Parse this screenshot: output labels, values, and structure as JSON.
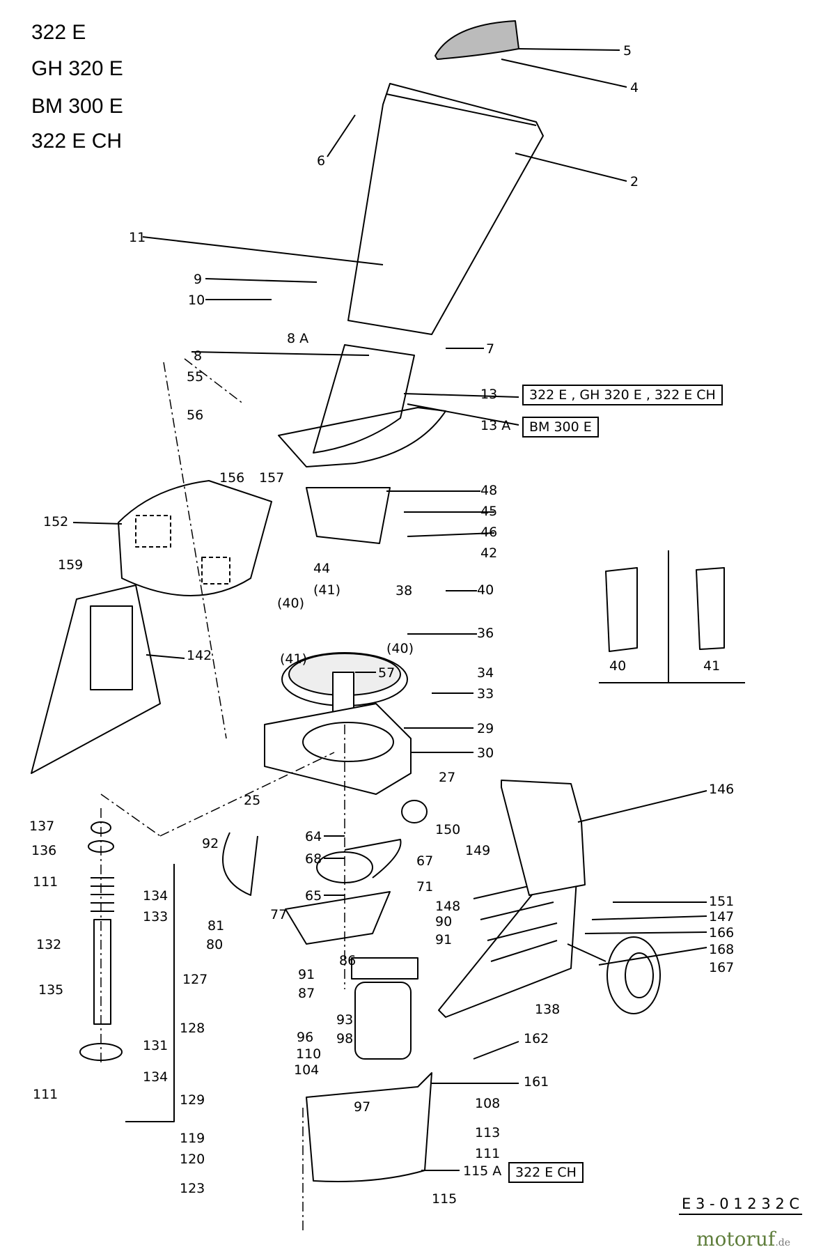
{
  "models": [
    "322 E",
    "GH 320 E",
    "BM 300 E",
    "322 E CH"
  ],
  "callouts": {
    "c5": "5",
    "c4": "4",
    "c6": "6",
    "c2": "2",
    "c11": "11",
    "c9": "9",
    "c10": "10",
    "c8a": "8 A",
    "c8": "8",
    "c7": "7",
    "c55": "55",
    "c56": "56",
    "c13": "13",
    "c13a": "13 A",
    "c48": "48",
    "c156": "156",
    "c157": "157",
    "c152": "152",
    "c45": "45",
    "c46": "46",
    "c42": "42",
    "c44": "44",
    "c38": "38",
    "c40": "40",
    "c41a": "(41)",
    "c40a": "(40)",
    "c36": "36",
    "c41b": "(41)",
    "c40b": "(40)",
    "c159": "159",
    "c142": "142",
    "c57": "57",
    "c34": "34",
    "c33": "33",
    "c29": "29",
    "c30": "30",
    "c27": "27",
    "c25": "25",
    "c146": "146",
    "c137": "137",
    "c136": "136",
    "c111a": "111",
    "c134a": "134",
    "c133": "133",
    "c132": "132",
    "c135": "135",
    "c131": "131",
    "c111b": "111",
    "c134b": "134",
    "c92": "92",
    "c64": "64",
    "c68": "68",
    "c67": "67",
    "c65": "65",
    "c71": "71",
    "c77": "77",
    "c150": "150",
    "c149": "149",
    "c148": "148",
    "c151": "151",
    "c147": "147",
    "c166": "166",
    "c168": "168",
    "c167": "167",
    "c81": "81",
    "c80": "80",
    "c90": "90",
    "c91a": "91",
    "c86": "86",
    "c91b": "91",
    "c87": "87",
    "c127": "127",
    "c93": "93",
    "c96": "96",
    "c98": "98",
    "c110": "110",
    "c104": "104",
    "c128": "128",
    "c129": "129",
    "c97": "97",
    "c138": "138",
    "c162": "162",
    "c161": "161",
    "c108": "108",
    "c113": "113",
    "c111c": "111",
    "c119": "119",
    "c120": "120",
    "c123": "123",
    "c115a": "115 A",
    "c115": "115",
    "inset40": "40",
    "inset41": "41"
  },
  "variant_boxes": {
    "b13": "322 E , GH 320 E , 322 E CH",
    "b13a": "BM 300 E",
    "b115a": "322 E CH"
  },
  "drawing_code": "E 3 - 0 1 2 3 2 C",
  "brand": {
    "name": "motoruf",
    "suffix": ".de"
  }
}
